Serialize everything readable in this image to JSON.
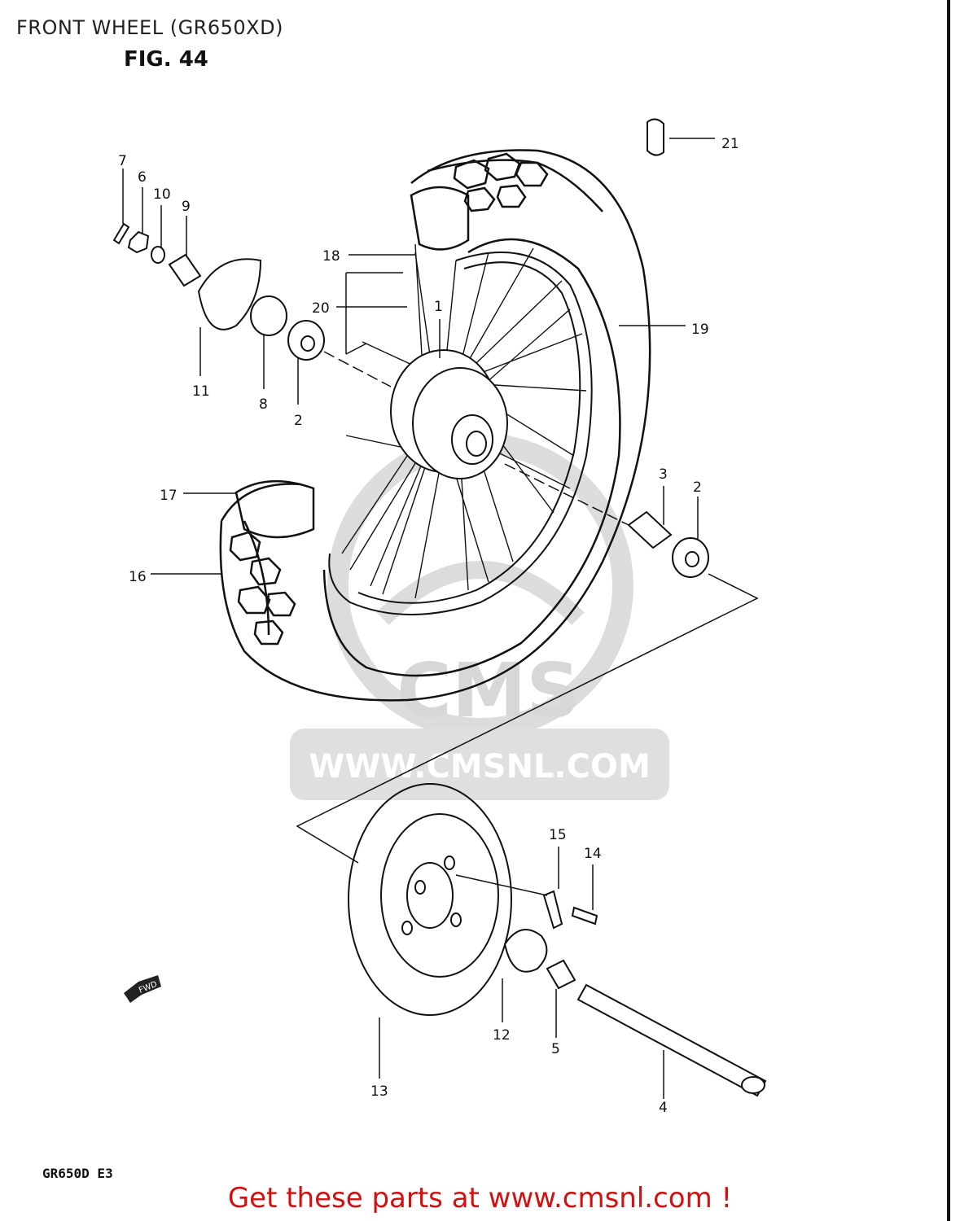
{
  "header": {
    "title": "FRONT WHEEL (GR650XD)",
    "figure": "FIG. 44"
  },
  "model_code": "GR650D E3",
  "footer": {
    "text": "Get these parts at www.cmsnl.com !"
  },
  "watermark": {
    "logo_text": "CMS",
    "url": "WWW.CMSNL.COM"
  },
  "fwd_label": "FWD",
  "colors": {
    "footer_text": "#d11010",
    "watermark": "#cfcfcf",
    "line": "#111111"
  },
  "part_numbers": [
    "1",
    "2",
    "3",
    "4",
    "5",
    "6",
    "7",
    "8",
    "9",
    "10",
    "11",
    "12",
    "13",
    "14",
    "15",
    "16",
    "17",
    "18",
    "19",
    "20",
    "21"
  ],
  "callouts": [
    {
      "label": "7"
    },
    {
      "label": "6"
    },
    {
      "label": "10"
    },
    {
      "label": "9"
    },
    {
      "label": "11"
    },
    {
      "label": "8"
    },
    {
      "label": "2"
    },
    {
      "label": "18"
    },
    {
      "label": "20"
    },
    {
      "label": "1"
    },
    {
      "label": "19"
    },
    {
      "label": "21"
    },
    {
      "label": "17"
    },
    {
      "label": "16"
    },
    {
      "label": "3"
    },
    {
      "label": "2"
    },
    {
      "label": "15"
    },
    {
      "label": "14"
    },
    {
      "label": "12"
    },
    {
      "label": "5"
    },
    {
      "label": "13"
    },
    {
      "label": "4"
    }
  ]
}
